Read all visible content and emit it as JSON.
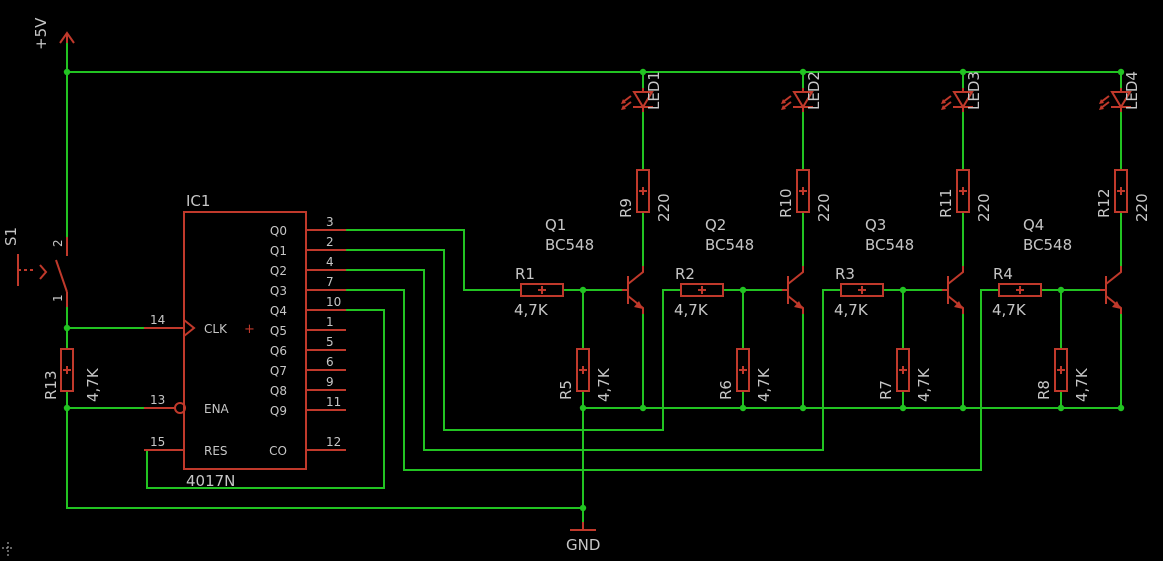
{
  "supply": {
    "label": "+5V"
  },
  "ground": {
    "label": "GND"
  },
  "switch": {
    "name": "S1",
    "pin1": "1",
    "pin2": "2"
  },
  "pullup": {
    "name": "R13",
    "value": "4,7K"
  },
  "ic": {
    "name": "IC1",
    "value": "4017N",
    "right_pins": [
      {
        "label": "Q0",
        "num": "3"
      },
      {
        "label": "Q1",
        "num": "2"
      },
      {
        "label": "Q2",
        "num": "4"
      },
      {
        "label": "Q3",
        "num": "7"
      },
      {
        "label": "Q4",
        "num": "10"
      },
      {
        "label": "Q5",
        "num": "1"
      },
      {
        "label": "Q6",
        "num": "5"
      },
      {
        "label": "Q7",
        "num": "6"
      },
      {
        "label": "Q8",
        "num": "9"
      },
      {
        "label": "Q9",
        "num": "11"
      }
    ],
    "co": {
      "label": "CO",
      "num": "12"
    },
    "clk": {
      "label": "CLK",
      "num": "14"
    },
    "ena": {
      "label": "ENA",
      "num": "13"
    },
    "res": {
      "label": "RES",
      "num": "15"
    }
  },
  "stages": [
    {
      "led": "LED1",
      "rc": "R9",
      "rc_val": "220",
      "q": "Q1",
      "q_type": "BC548",
      "rb": "R1",
      "rb_val": "4,7K",
      "rp": "R5",
      "rp_val": "4,7K"
    },
    {
      "led": "LED2",
      "rc": "R10",
      "rc_val": "220",
      "q": "Q2",
      "q_type": "BC548",
      "rb": "R2",
      "rb_val": "4,7K",
      "rp": "R6",
      "rp_val": "4,7K"
    },
    {
      "led": "LED3",
      "rc": "R11",
      "rc_val": "220",
      "q": "Q3",
      "q_type": "BC548",
      "rb": "R3",
      "rb_val": "4,7K",
      "rp": "R7",
      "rp_val": "4,7K"
    },
    {
      "led": "LED4",
      "rc": "R12",
      "rc_val": "220",
      "q": "Q4",
      "q_type": "BC548",
      "rb": "R4",
      "rb_val": "4,7K",
      "rp": "R8",
      "rp_val": "4,7K"
    }
  ],
  "colors": {
    "background": "#000000",
    "wire": "#22c322",
    "component": "#c0392b",
    "text": "#c6c6c6"
  }
}
